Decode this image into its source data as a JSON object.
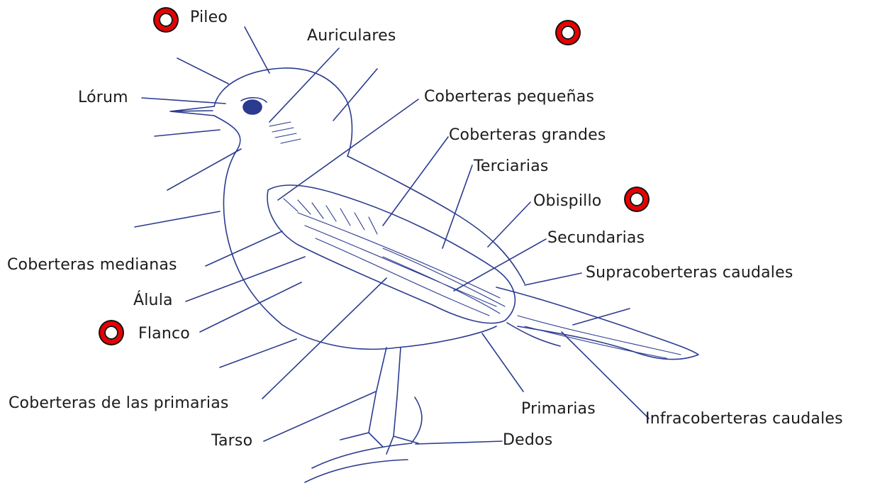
{
  "labels": {
    "pileo": "Pileo",
    "auriculares": "Auriculares",
    "lorum": "Lórum",
    "coberteras_pequenas": "Coberteras pequeñas",
    "coberteras_grandes": "Coberteras grandes",
    "terciarias": "Terciarias",
    "obispillo": "Obispillo",
    "secundarias": "Secundarias",
    "supracoberteras_caudales": "Supracoberteras caudales",
    "coberteras_medianas": "Coberteras medianas",
    "alula": "Álula",
    "flanco": "Flanco",
    "coberteras_primarias": "Coberteras de las primarias",
    "primarias": "Primarias",
    "infracoberteras_caudales": "Infracoberteras caudales",
    "tarso": "Tarso",
    "dedos": "Dedos"
  },
  "unlabeled_leader_lines": [
    "[unclear]",
    "[unclear]"
  ],
  "markers": {
    "color": "#e80000",
    "count": 4
  },
  "colors": {
    "drawing_ink": "#2b3b8f",
    "label_text": "#1b1b1b"
  }
}
